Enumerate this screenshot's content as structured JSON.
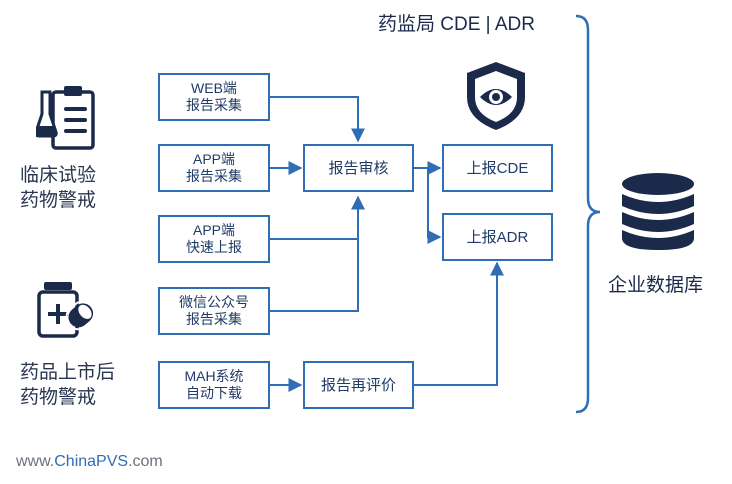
{
  "title": "药监局 CDE | ADR",
  "groups": {
    "clinical": [
      "临床试验",
      "药物警戒"
    ],
    "postmarket": [
      "药品上市后",
      "药物警戒"
    ]
  },
  "sources": {
    "web": [
      "WEB端",
      "报告采集"
    ],
    "app": [
      "APP端",
      "报告采集"
    ],
    "app_fast": [
      "APP端",
      "快速上报"
    ],
    "wechat": [
      "微信公众号",
      "报告采集"
    ],
    "mah": [
      "MAH系统",
      "自动下载"
    ]
  },
  "process": {
    "review": "报告审核",
    "reevaluate": "报告再评价",
    "report_cde": "上报CDE",
    "report_adr": "上报ADR"
  },
  "database_label": "企业数据库",
  "website": {
    "prefix": "www.",
    "brand": "ChinaPVS",
    "suffix": ".com"
  },
  "icons": {
    "clinical": "clipboard-flask-icon",
    "postmarket": "medicine-bottle-pill-icon",
    "agency": "shield-eye-icon",
    "database": "database-icon"
  },
  "colors": {
    "line": "#2f6db5",
    "text": "#1f3b66",
    "icon": "#1b2a4a"
  }
}
